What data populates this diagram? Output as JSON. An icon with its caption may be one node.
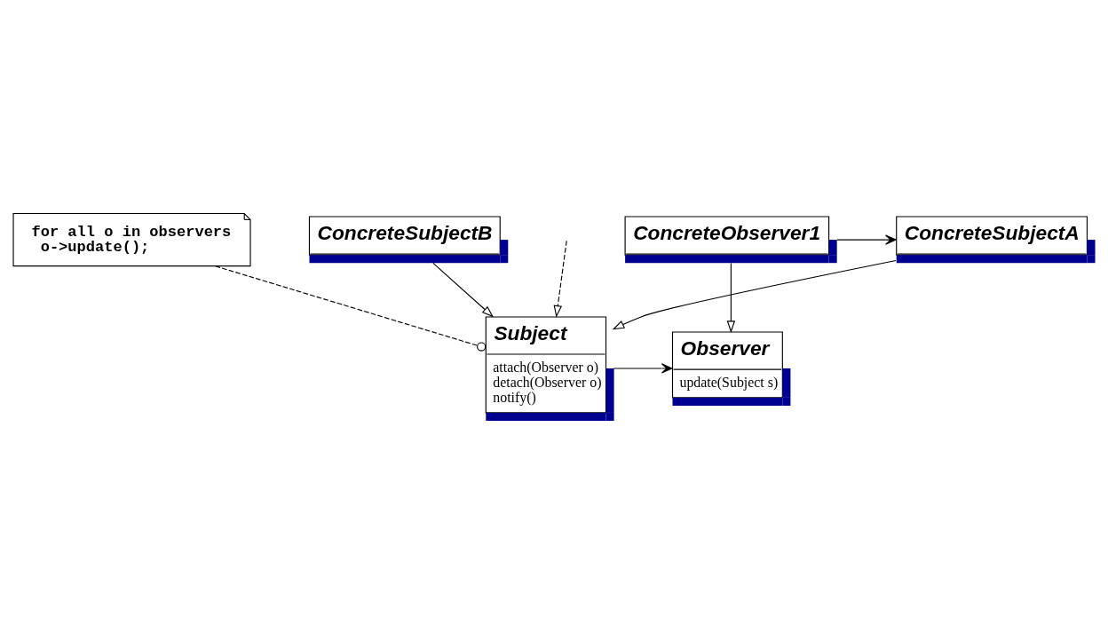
{
  "diagram": {
    "nodes": [
      {
        "text": [
          "Subject",
          "attach(Observer o)",
          "detach(Observer o)",
          "notify()"
        ]
      },
      {
        "text": [
          "Observer",
          "update(Subject s)"
        ]
      },
      {
        "text": [
          "for all o in observers",
          "o->update();"
        ]
      },
      {
        "text": [
          "ConcreteSubjectA"
        ]
      },
      {
        "text": [
          "ConcreteObserver1"
        ]
      },
      {
        "text": [
          "ConcreteSubjectB"
        ]
      }
    ],
    "edges": [
      {
        "from": 0,
        "to": 1,
        "arrow": "to"
      },
      {
        "from": 2,
        "to": 0,
        "arrow": "other",
        "style": "dashed"
      },
      {
        "from": 3,
        "to": 0,
        "arrow": "to"
      },
      {
        "from": 5,
        "to": 0,
        "arrow": "to"
      },
      {
        "from": null,
        "to": 0,
        "arrow": "to",
        "style": "dashed"
      },
      {
        "from": 4,
        "to": 1,
        "arrow": "to"
      },
      {
        "from": 4,
        "to": 3,
        "arrow": "to"
      }
    ]
  }
}
